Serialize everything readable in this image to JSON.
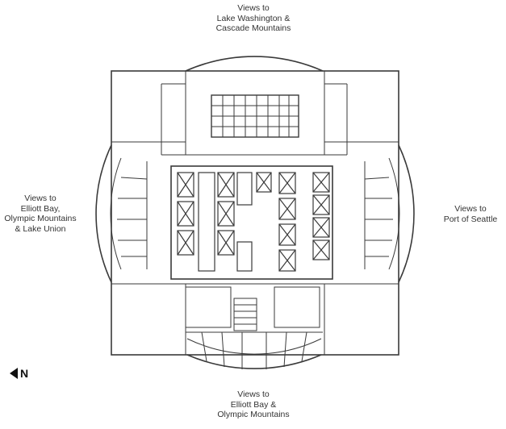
{
  "labels": {
    "top": [
      "Views to",
      "Lake Washington &",
      "Cascade Mountains"
    ],
    "left": [
      "Views to",
      "Elliott Bay,",
      "Olympic Mountains",
      "& Lake Union"
    ],
    "right": [
      "Views to",
      "Port of Seattle"
    ],
    "bottom": [
      "Views to",
      "Elliott Bay &",
      "Olympic Mountains"
    ]
  },
  "north": {
    "letter": "N",
    "icon": "north-arrow-icon"
  },
  "colors": {
    "line": "#3a3a3a",
    "background": "#ffffff"
  }
}
